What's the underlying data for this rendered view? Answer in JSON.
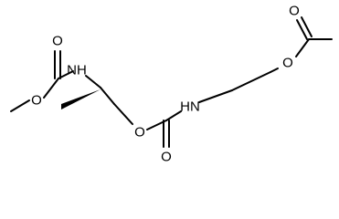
{
  "molecule": {
    "atoms": {
      "o_carbonyl_left": "O",
      "o_methoxy": "O",
      "nh_left": "NH",
      "o_ester_mid": "O",
      "o_carbonyl_mid": "O",
      "nh_mid": "HN",
      "o_acetyl": "O",
      "o_carbonyl_right": "O"
    }
  }
}
